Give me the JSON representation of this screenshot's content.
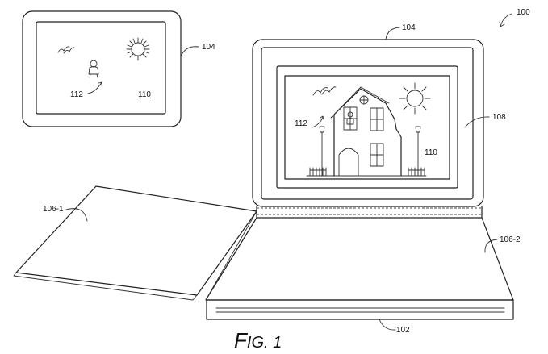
{
  "figure": {
    "caption_prefix": "F",
    "caption_rest": "IG. 1"
  },
  "labels": {
    "system": "100",
    "display_top": "104",
    "display_left": "104",
    "display_frame": "108",
    "cover_left": "106-1",
    "cover_right": "106-2",
    "base": "102",
    "object_left": "112",
    "object_right": "112",
    "scene_left": "110",
    "scene_right": "110"
  }
}
